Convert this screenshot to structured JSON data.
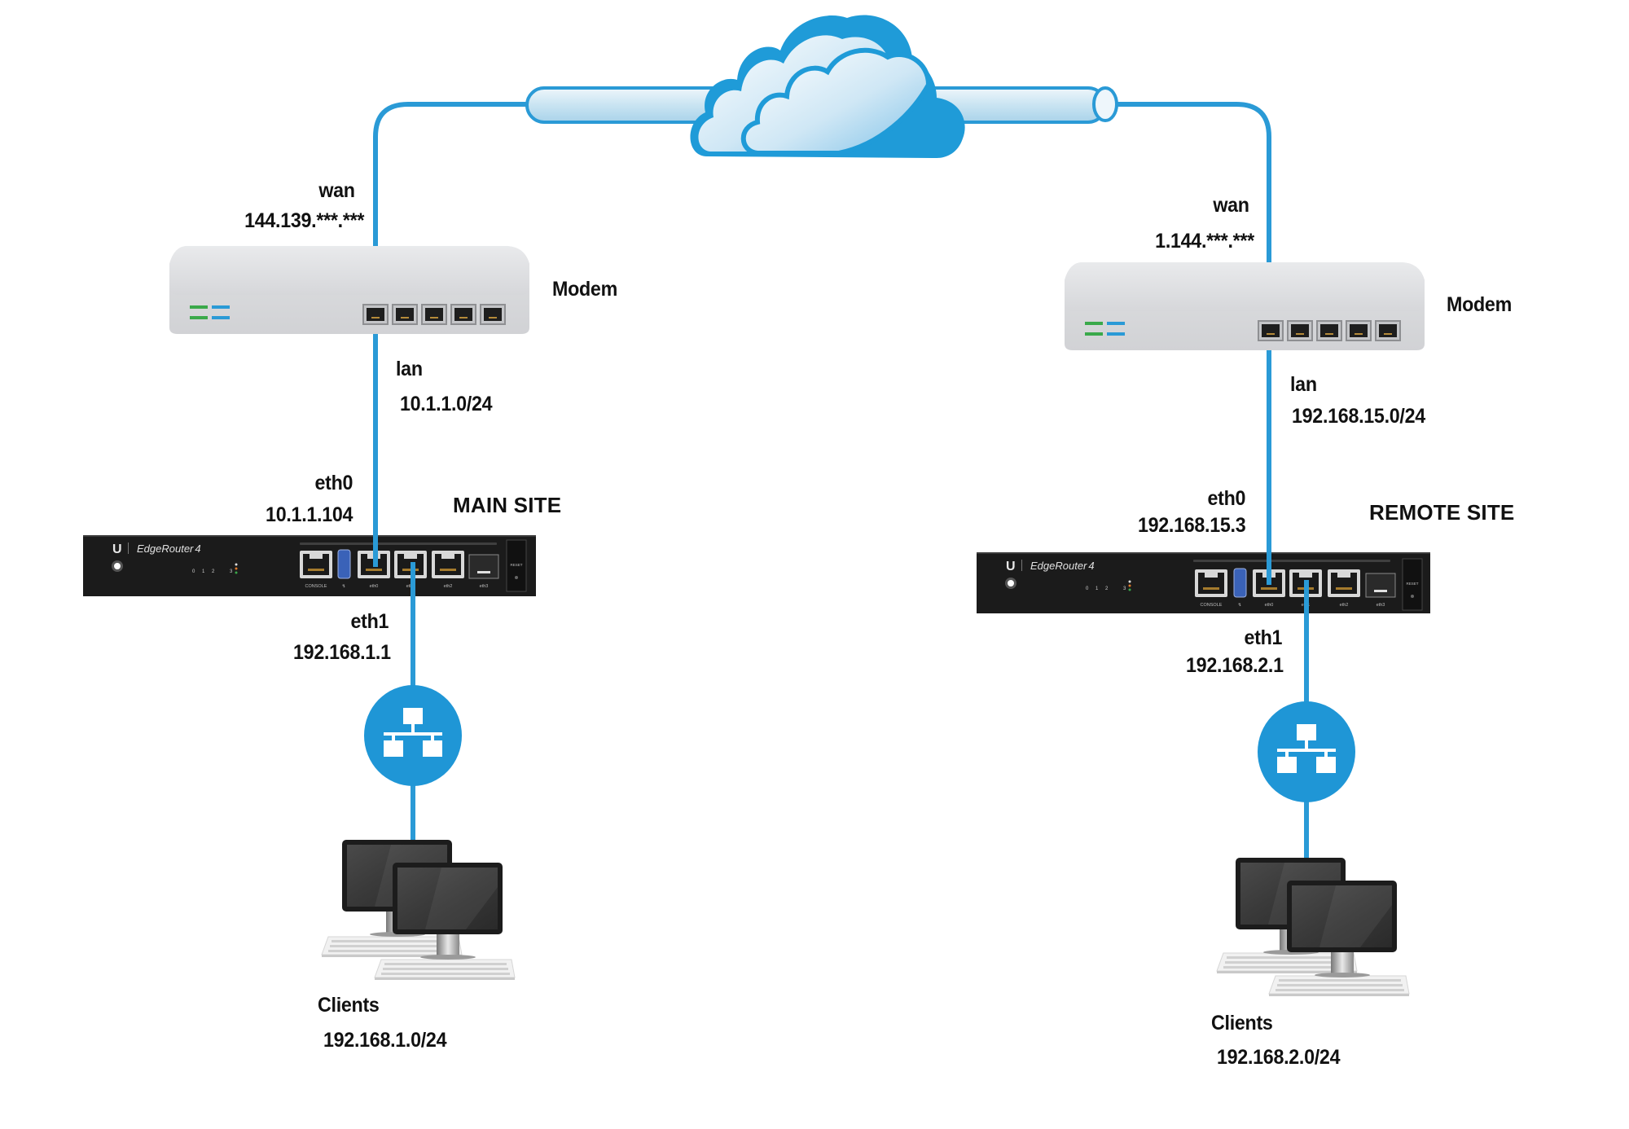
{
  "diagram": {
    "type": "network-topology",
    "colors": {
      "wire": "#2a9ad6",
      "switch": "#1f96d6",
      "cloud_outline": "#1f9bd8",
      "router_body": "#1b1b1b",
      "modem_body": "#dcdde0",
      "label": "#111111"
    },
    "internet": {
      "icon": "cloud-icon",
      "link": "tunnel-tube"
    },
    "sites": [
      {
        "id": "main",
        "site_label": "MAIN SITE",
        "modem": {
          "label": "Modem",
          "wan_label": "wan",
          "wan_ip": "144.139.***.***",
          "lan_label": "lan",
          "lan_subnet": "10.1.1.0/24"
        },
        "router": {
          "brand_logo": "U",
          "model": "EdgeRouter",
          "model_suffix": "4",
          "eth0_label": "eth0",
          "eth0_ip": "10.1.1.104",
          "eth1_label": "eth1",
          "eth1_ip": "192.168.1.1",
          "ports": [
            "CONSOLE",
            "↯",
            "eth0",
            "eth1",
            "eth2",
            "eth3"
          ],
          "reset": "RESET",
          "port_numbers": [
            "0",
            "1",
            "2",
            "3"
          ]
        },
        "switch_icon": "network-switch-icon",
        "clients": {
          "label": "Clients",
          "subnet": "192.168.1.0/24"
        }
      },
      {
        "id": "remote",
        "site_label": "REMOTE SITE",
        "modem": {
          "label": "Modem",
          "wan_label": "wan",
          "wan_ip": "1.144.***.***",
          "lan_label": "lan",
          "lan_subnet": "192.168.15.0/24"
        },
        "router": {
          "brand_logo": "U",
          "model": "EdgeRouter",
          "model_suffix": "4",
          "eth0_label": "eth0",
          "eth0_ip": "192.168.15.3",
          "eth1_label": "eth1",
          "eth1_ip": "192.168.2.1",
          "ports": [
            "CONSOLE",
            "↯",
            "eth0",
            "eth1",
            "eth2",
            "eth3"
          ],
          "reset": "RESET",
          "port_numbers": [
            "0",
            "1",
            "2",
            "3"
          ]
        },
        "switch_icon": "network-switch-icon",
        "clients": {
          "label": "Clients",
          "subnet": "192.168.2.0/24"
        }
      }
    ]
  }
}
